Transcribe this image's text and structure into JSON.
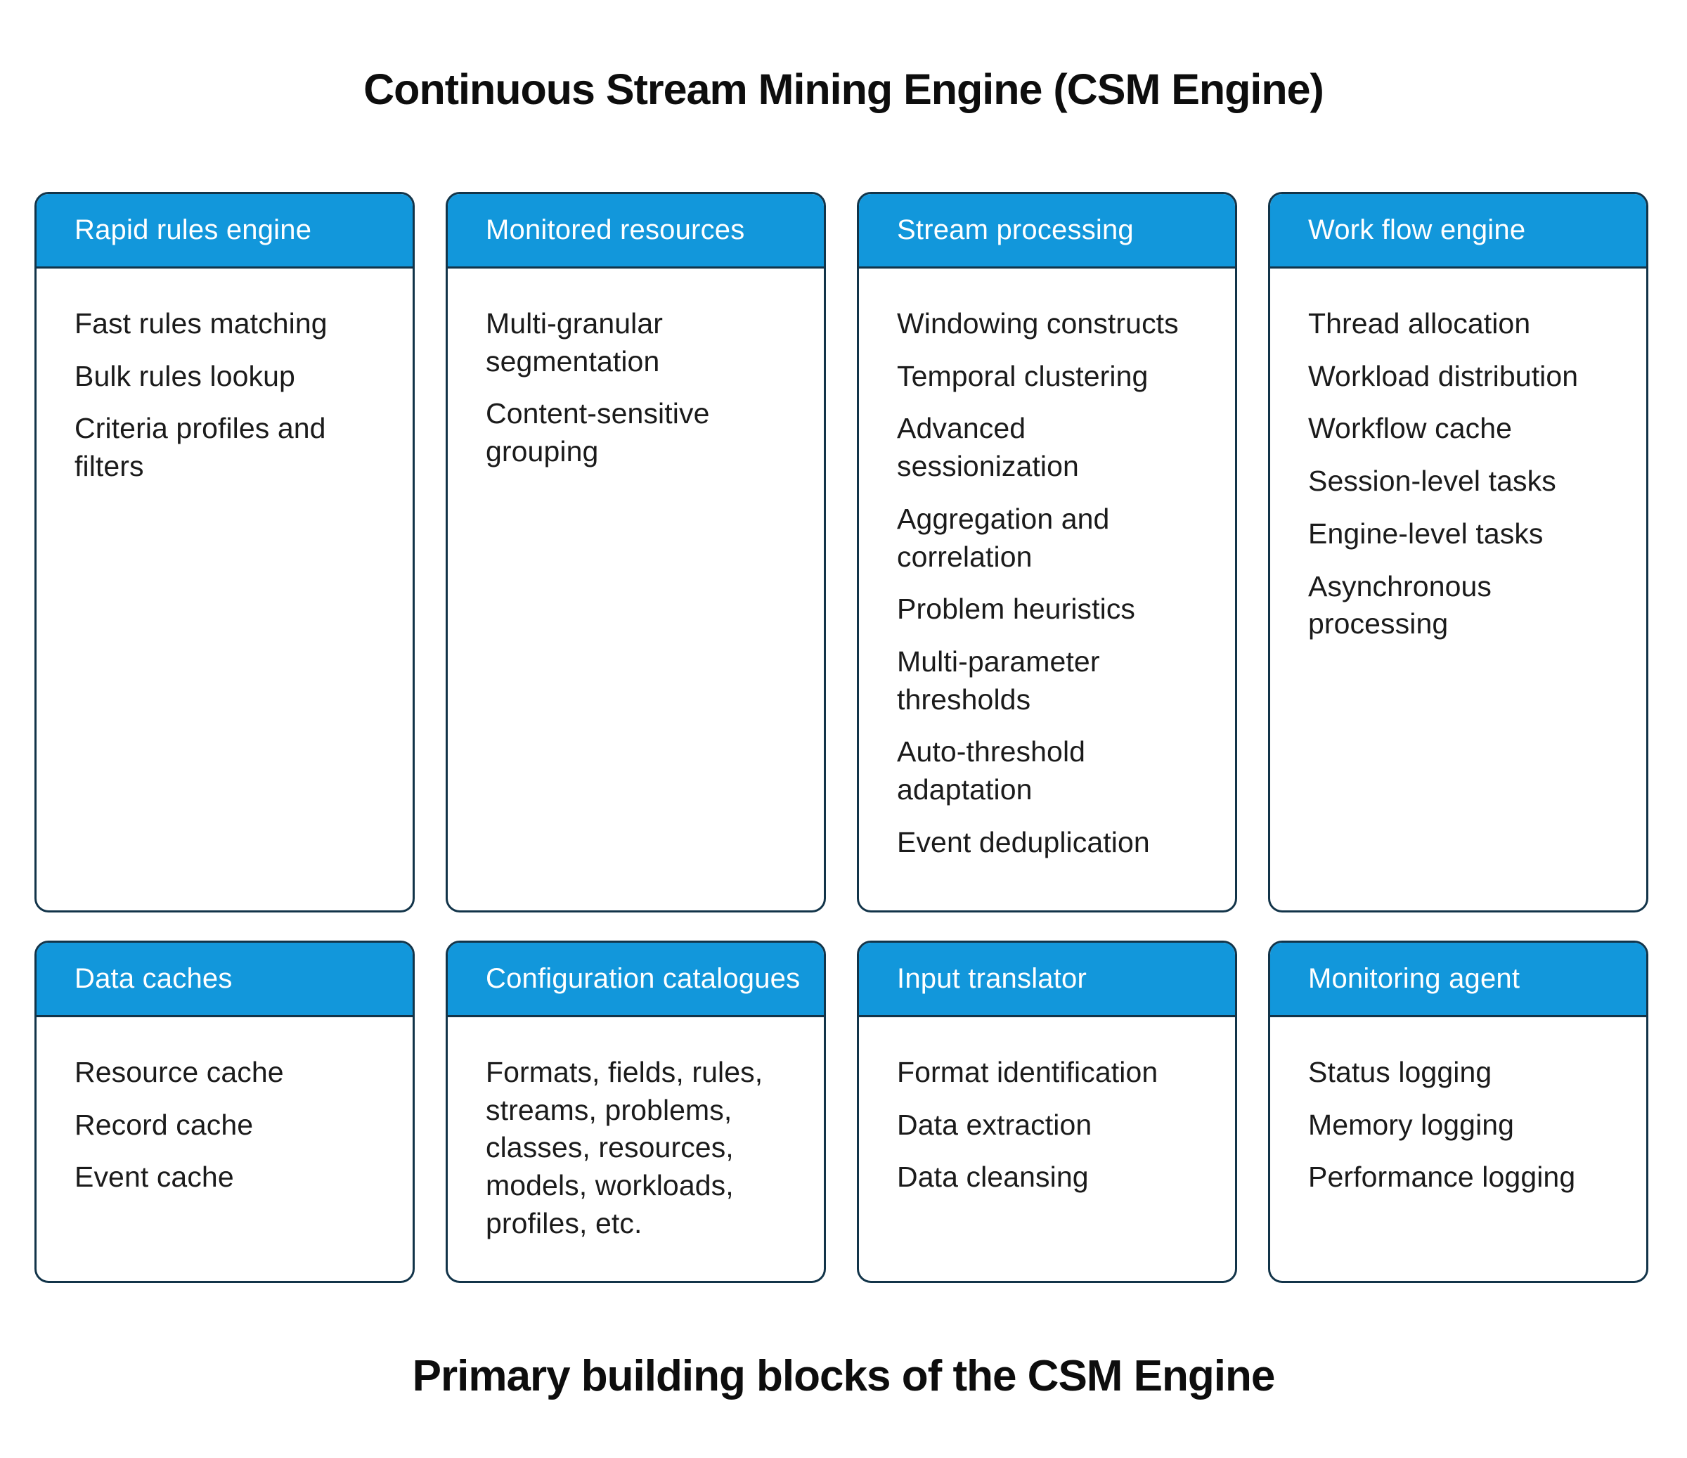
{
  "title": "Continuous Stream Mining Engine (CSM Engine)",
  "caption": "Primary building blocks of the CSM Engine",
  "colors": {
    "header_bg": "#1297db",
    "card_border": "#123449",
    "header_text": "#ffffff",
    "body_text": "#1b1b1b",
    "page_bg": "#ffffff"
  },
  "cards": [
    {
      "title": "Rapid rules engine",
      "items": [
        "Fast rules matching",
        "Bulk rules lookup",
        "Criteria profiles and filters"
      ]
    },
    {
      "title": "Monitored resources",
      "items": [
        "Multi-granular segmentation",
        "Content-sensitive grouping"
      ]
    },
    {
      "title": "Stream processing",
      "items": [
        "Windowing constructs",
        "Temporal clustering",
        "Advanced sessionization",
        "Aggregation and correlation",
        "Problem heuristics",
        "Multi-parameter thresholds",
        "Auto-threshold adaptation",
        "Event deduplication"
      ]
    },
    {
      "title": "Work flow engine",
      "items": [
        "Thread allocation",
        "Workload distribution",
        "Workflow cache",
        "Session-level tasks",
        "Engine-level tasks",
        "Asynchronous processing"
      ]
    },
    {
      "title": "Data caches",
      "items": [
        "Resource cache",
        "Record cache",
        "Event cache"
      ]
    },
    {
      "title": "Configuration catalogues",
      "items": [
        "Formats, fields, rules, streams, problems, classes, resources, models, workloads, profiles, etc."
      ]
    },
    {
      "title": "Input translator",
      "items": [
        "Format identification",
        "Data extraction",
        "Data cleansing"
      ]
    },
    {
      "title": "Monitoring agent",
      "items": [
        "Status logging",
        "Memory logging",
        "Performance logging"
      ]
    }
  ]
}
